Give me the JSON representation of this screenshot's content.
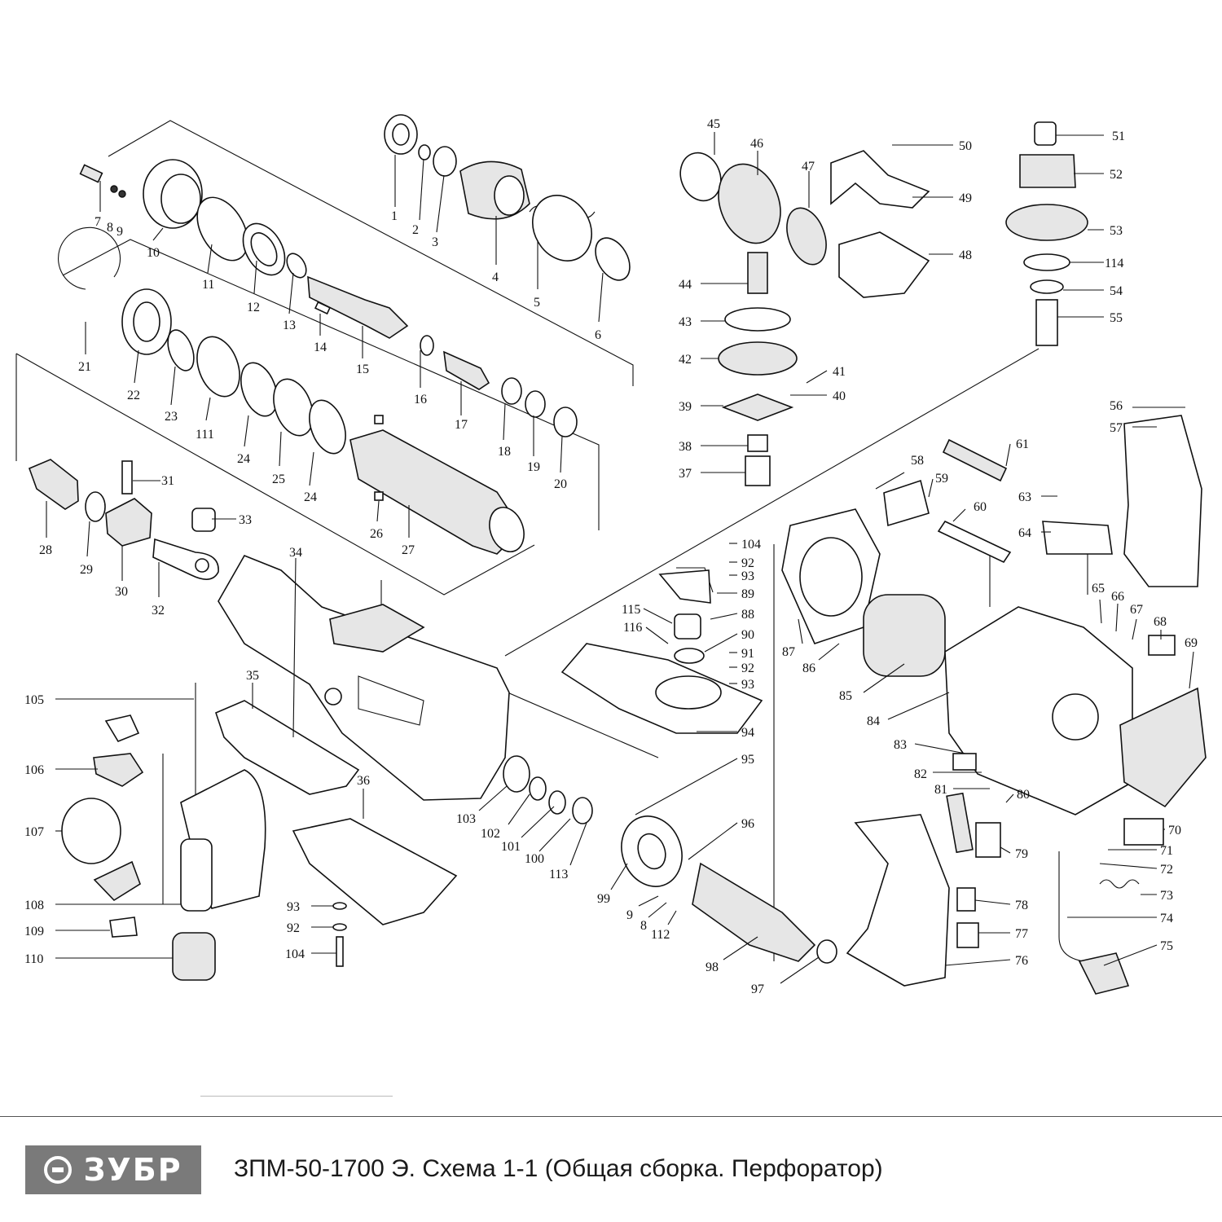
{
  "brand": {
    "logo_text": "ЗУБР",
    "logo_color": "#7a7a7a"
  },
  "caption": {
    "model": "ЗПМ-50-1700 Э.",
    "description": "Схема 1-1 (Общая сборка. Перфоратор)"
  },
  "part_labels": [
    "1",
    "2",
    "3",
    "4",
    "5",
    "6",
    "7",
    "8",
    "9",
    "10",
    "11",
    "12",
    "13",
    "14",
    "15",
    "16",
    "17",
    "18",
    "19",
    "20",
    "21",
    "22",
    "23",
    "111",
    "24",
    "25",
    "24",
    "26",
    "27",
    "28",
    "29",
    "30",
    "31",
    "32",
    "33",
    "34",
    "35",
    "36",
    "45",
    "46",
    "47",
    "50",
    "49",
    "48",
    "44",
    "43",
    "42",
    "41",
    "40",
    "39",
    "38",
    "37",
    "51",
    "52",
    "53",
    "114",
    "54",
    "55",
    "56",
    "57",
    "61",
    "58",
    "59",
    "60",
    "63",
    "64",
    "104",
    "92",
    "93",
    "89",
    "88",
    "115",
    "116",
    "90",
    "91",
    "92",
    "93",
    "94",
    "95",
    "96",
    "87",
    "86",
    "85",
    "84",
    "65",
    "66",
    "67",
    "68",
    "69",
    "83",
    "82",
    "81",
    "80",
    "70",
    "71",
    "72",
    "73",
    "74",
    "75",
    "79",
    "78",
    "77",
    "76",
    "105",
    "106",
    "107",
    "108",
    "109",
    "110",
    "93",
    "92",
    "104",
    "103",
    "102",
    "101",
    "100",
    "113",
    "99",
    "9",
    "8",
    "112",
    "98",
    "97"
  ]
}
